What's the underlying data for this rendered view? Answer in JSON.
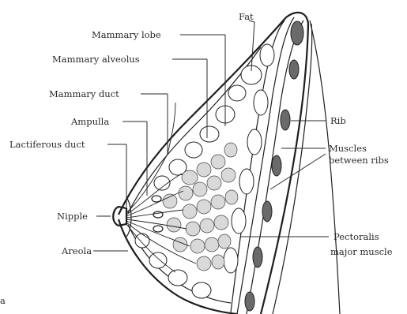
{
  "labels": {
    "fat": "Fat",
    "mammary_lobe": "Mammary lobe",
    "mammary_alveolus": "Mammary alveolus",
    "mammary_duct": "Mammary duct",
    "ampulla": "Ampulla",
    "lactiferous_duct": "Lactiferous duct",
    "nipple": "Nipple",
    "areola": "Areola",
    "rib": "Rib",
    "muscles_line1": "Muscles",
    "muscles_line2": "between ribs",
    "pectoralis_line1": "Pectoralis",
    "pectoralis_line2": "major muscle",
    "corner_letter": "a"
  }
}
